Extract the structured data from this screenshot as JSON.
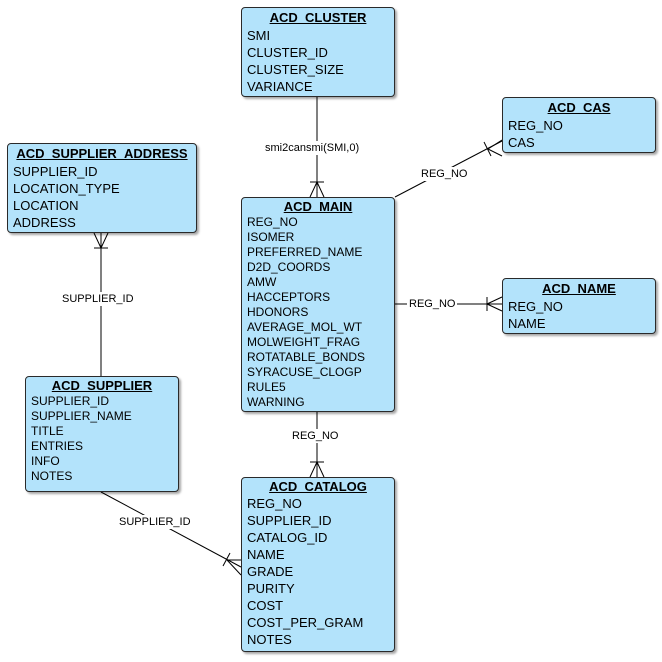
{
  "entities": {
    "acd_cluster": {
      "title": "ACD_CLUSTER",
      "fields": [
        "SMI",
        "CLUSTER_ID",
        "CLUSTER_SIZE",
        "VARIANCE"
      ]
    },
    "acd_cas": {
      "title": "ACD_CAS",
      "fields": [
        "REG_NO",
        "CAS"
      ]
    },
    "acd_supplier_address": {
      "title": "ACD_SUPPLIER_ADDRESS",
      "fields": [
        "SUPPLIER_ID",
        "LOCATION_TYPE",
        "LOCATION",
        "ADDRESS"
      ]
    },
    "acd_main": {
      "title": "ACD_MAIN",
      "fields": [
        "REG_NO",
        "ISOMER",
        "PREFERRED_NAME",
        "D2D_COORDS",
        "AMW",
        "HACCEPTORS",
        "HDONORS",
        "AVERAGE_MOL_WT",
        "MOLWEIGHT_FRAG",
        "ROTATABLE_BONDS",
        "SYRACUSE_CLOGP",
        "RULE5",
        "WARNING"
      ]
    },
    "acd_name": {
      "title": "ACD_NAME",
      "fields": [
        "REG_NO",
        "NAME"
      ]
    },
    "acd_supplier": {
      "title": "ACD_SUPPLIER",
      "fields": [
        "SUPPLIER_ID",
        "SUPPLIER_NAME",
        "TITLE",
        "ENTRIES",
        "INFO",
        "NOTES"
      ]
    },
    "acd_catalog": {
      "title": "ACD_CATALOG",
      "fields": [
        "REG_NO",
        "SUPPLIER_ID",
        "CATALOG_ID",
        "NAME",
        "GRADE",
        "PURITY",
        "COST",
        "COST_PER_GRAM",
        "NOTES"
      ]
    }
  },
  "relationships": {
    "cluster_main": {
      "label": "smi2cansmi(SMI,0)"
    },
    "main_cas": {
      "label": "REG_NO"
    },
    "main_name": {
      "label": "REG_NO"
    },
    "main_catalog": {
      "label": "REG_NO"
    },
    "supplier_address": {
      "label": "SUPPLIER_ID"
    },
    "supplier_catalog": {
      "label": "SUPPLIER_ID"
    }
  }
}
